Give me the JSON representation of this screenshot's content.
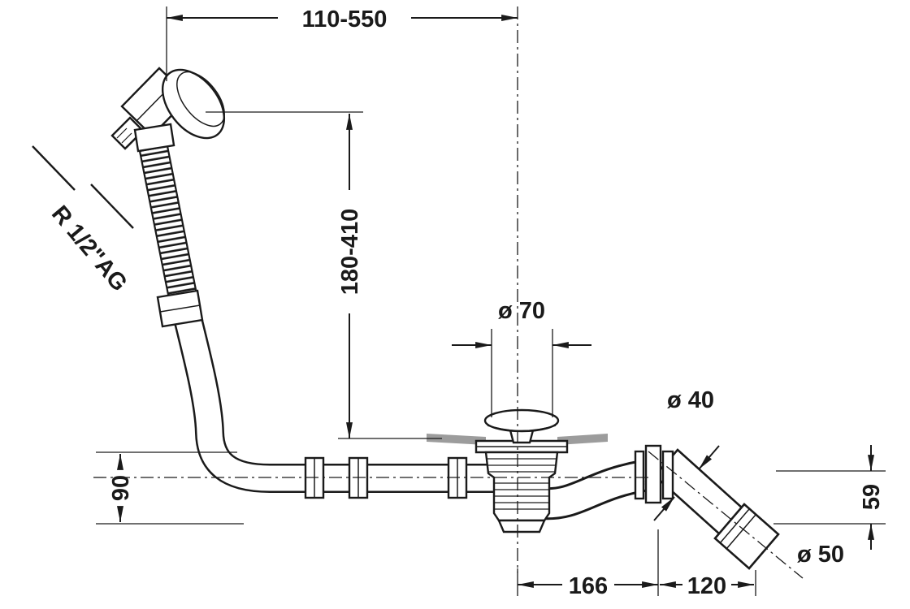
{
  "colors": {
    "line": "#1a1a1a",
    "tub": "#9c9c9c",
    "background": "#ffffff"
  },
  "dims": {
    "hose_reach": "110-550",
    "overflow_height": "180-410",
    "waste_diameter": "ø 70",
    "outlet_pipe_diameter": "ø 40",
    "overflow_inlet_height": "90",
    "outlet_end_height": "59",
    "outlet_end_diameter": "ø 50",
    "waste_center_to_bend": "166",
    "bend_to_outlet_end": "120",
    "thread_spec": "R 1/2\"AG"
  }
}
